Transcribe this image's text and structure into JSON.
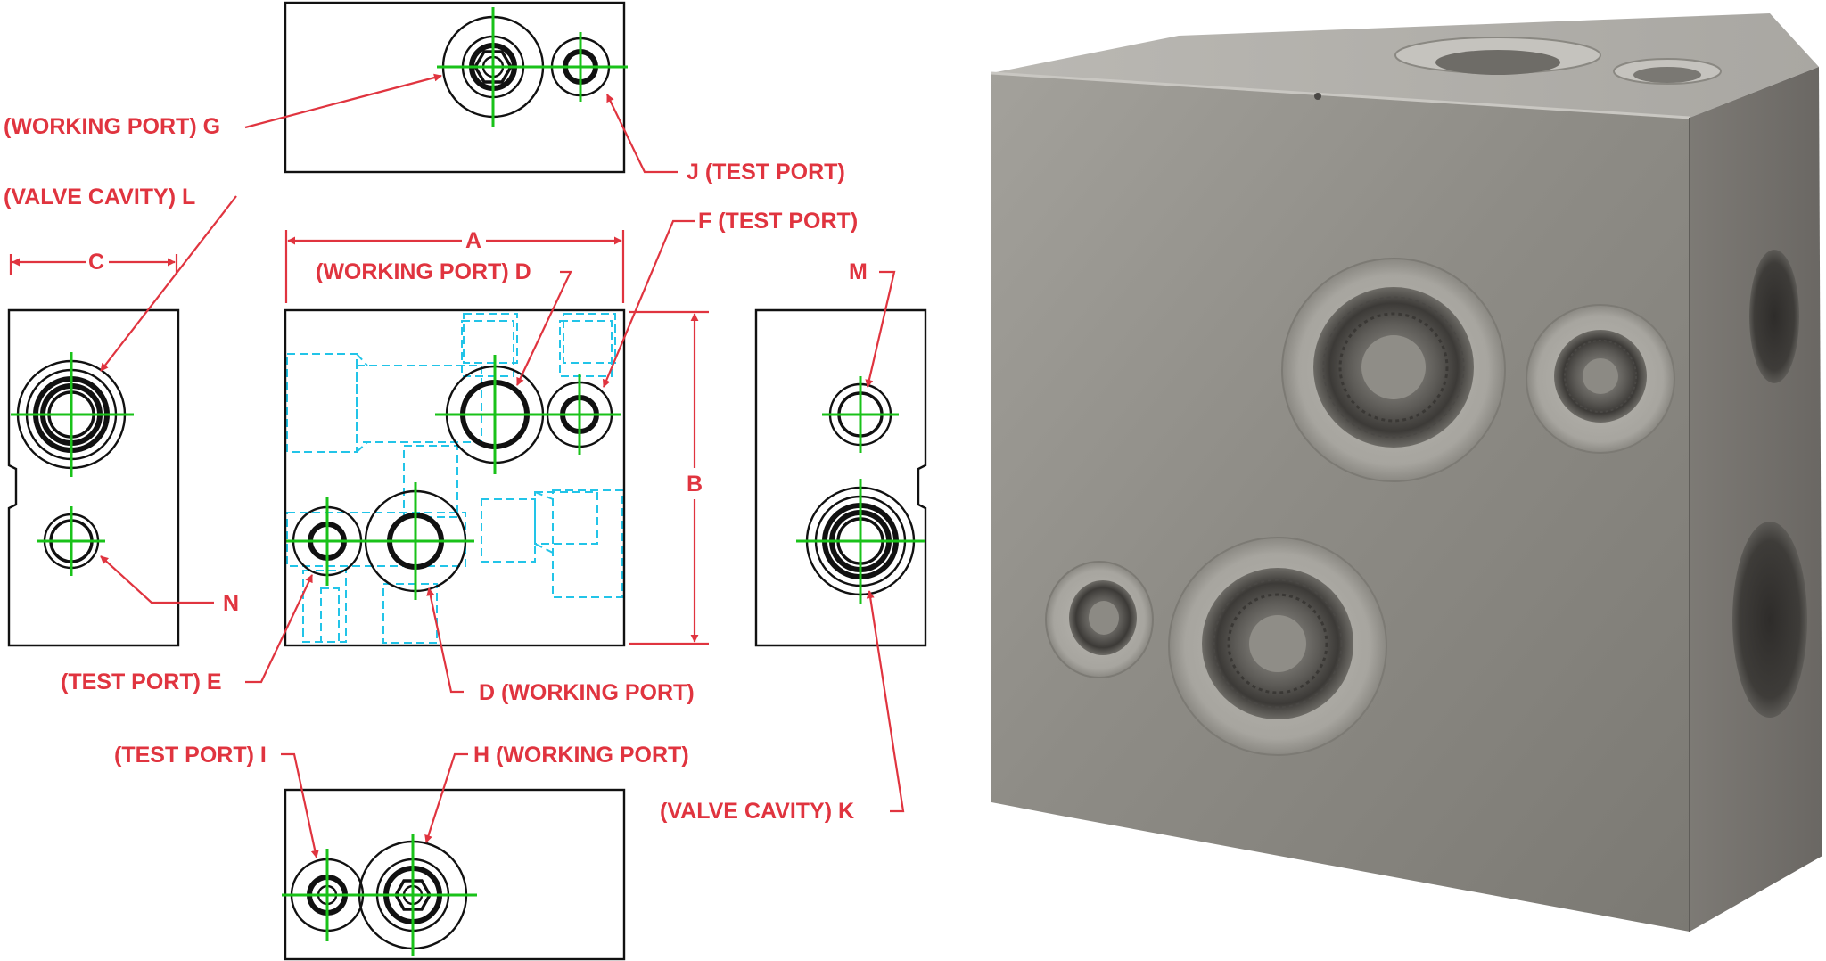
{
  "labels": {
    "working_port_g": "(WORKING PORT) G",
    "test_port_j": "J (TEST PORT)",
    "valve_cavity_l": "(VALVE CAVITY) L",
    "test_port_f": "F (TEST PORT)",
    "dim_a": "A",
    "dim_c": "C",
    "dim_b": "B",
    "working_port_d_top": "(WORKING PORT) D",
    "m": "M",
    "n": "N",
    "test_port_e": "(TEST PORT) E",
    "working_port_d_bottom": "D (WORKING PORT)",
    "test_port_i": "(TEST PORT) I",
    "working_port_h": "H (WORKING PORT)",
    "valve_cavity_k": "(VALVE CAVITY) K"
  },
  "colors": {
    "callout": "#e0343f",
    "centerline": "#19c219",
    "hidden_line": "#22c4e8",
    "outline": "#111111",
    "block_metal": "#8f8d87"
  }
}
